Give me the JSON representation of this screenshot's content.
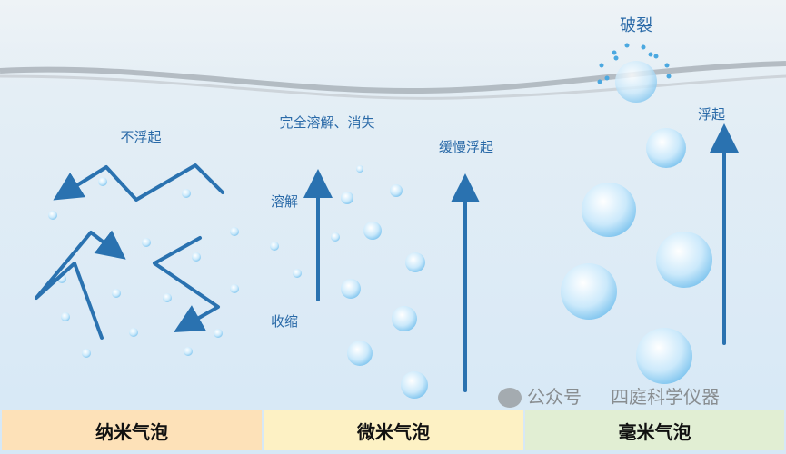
{
  "labels": {
    "nano_behavior": "不浮起",
    "micro_top": "完全溶解、消失",
    "micro_dissolve": "溶解",
    "micro_shrink": "收缩",
    "micro_rise": "缓慢浮起",
    "milli_burst": "破裂",
    "milli_rise": "浮起"
  },
  "categories": [
    {
      "label": "纳米气泡",
      "color": "#fde1b8"
    },
    {
      "label": "微米气泡",
      "color": "#fdf1c4"
    },
    {
      "label": "毫米气泡",
      "color": "#e1eed3"
    }
  ],
  "watermark": {
    "prefix": "公众号",
    "name": "四庭科学仪器",
    "icon": "wechat-icon"
  },
  "colors": {
    "arrow": "#2a72b0",
    "water": "#dbe9f4",
    "bubble": "#8fd0f5"
  }
}
